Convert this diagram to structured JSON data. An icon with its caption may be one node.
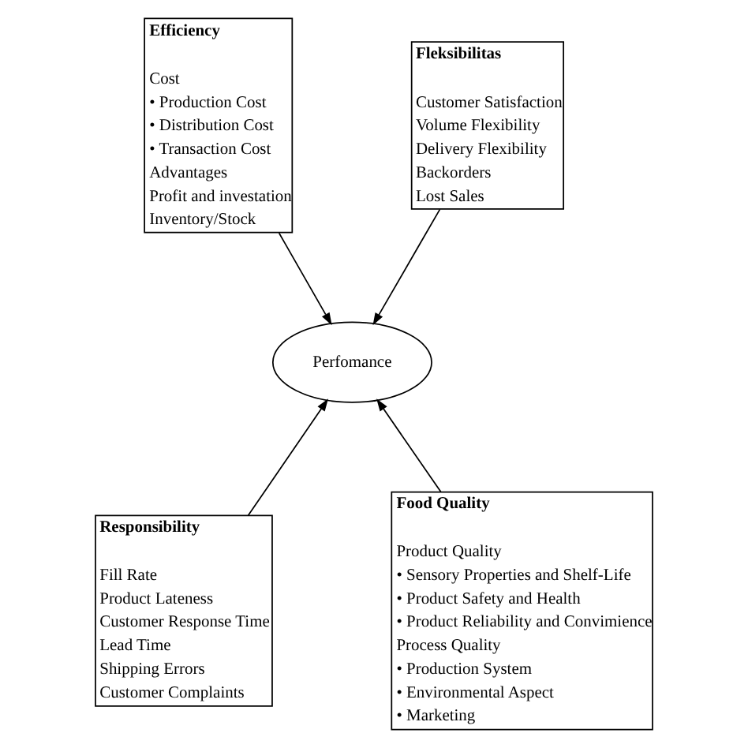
{
  "diagram": {
    "nodes": [
      {
        "text": [
          "Efficiency",
          "Cost",
          "• Production Cost",
          "• Distribution Cost",
          "• Transaction Cost",
          "Advantages",
          "Profit and investation",
          "Inventory/Stock"
        ]
      },
      {
        "text": [
          "Fleksibilitas",
          "Customer Satisfaction",
          "Volume Flexibility",
          "Delivery Flexibility",
          "Backorders",
          "Lost Sales"
        ]
      },
      {
        "text": [
          "Perfomance"
        ]
      },
      {
        "text": [
          "Responsibility",
          "Fill Rate",
          "Product Lateness",
          "Customer Response Time",
          "Lead Time",
          "Shipping Errors",
          "Customer Complaints"
        ]
      },
      {
        "text": [
          "Food Quality",
          "Product Quality",
          "• Sensory Properties and Shelf-Life",
          "• Product Safety and Health",
          "• Product Reliability and Convimience",
          "Process Quality",
          "• Production System",
          "• Environmental Aspect",
          "• Marketing"
        ]
      }
    ],
    "edges": [
      {
        "from": 0,
        "to": 2,
        "arrow": "to"
      },
      {
        "from": 1,
        "to": 2,
        "arrow": "to"
      },
      {
        "from": 3,
        "to": 2,
        "arrow": "to"
      },
      {
        "from": 4,
        "to": 2,
        "arrow": "to"
      }
    ]
  }
}
